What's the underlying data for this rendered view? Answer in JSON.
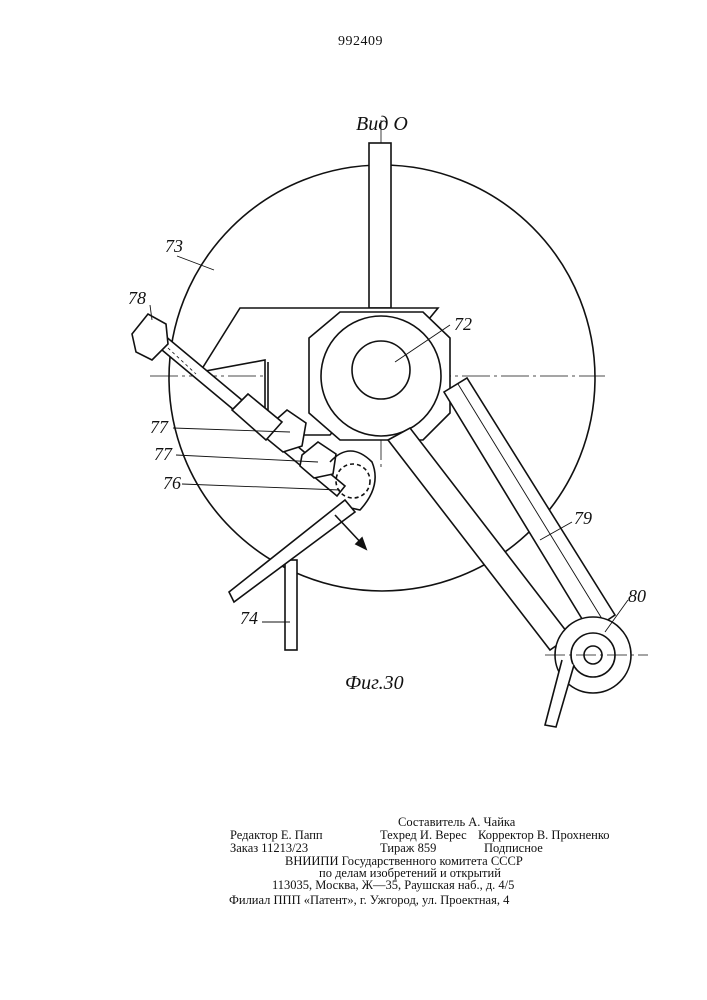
{
  "patent_number": "992409",
  "view_title": "Вид О",
  "figure_caption": "Фиг.30",
  "labels": {
    "l73": "73",
    "l72": "72",
    "l78": "78",
    "l77a": "77",
    "l77b": "77",
    "l76": "76",
    "l79": "79",
    "l80": "80",
    "l74": "74"
  },
  "footer": {
    "compiler": "Составитель А. Чайка",
    "editor": "Редактор Е. Папп",
    "techred": "Техред И. Верес",
    "corrector": "Корректор В. Прохненко",
    "order": "Заказ 11213/23",
    "circulation": "Тираж 859",
    "subscription": "Подписное",
    "org1": "ВНИИПИ Государственного комитета СССР",
    "org2": "по делам изобретений и открытий",
    "address1": "113035, Москва, Ж—35, Раушская наб., д. 4/5",
    "branch": "Филиал ППП «Патент», г. Ужгород, ул. Проектная, 4"
  }
}
